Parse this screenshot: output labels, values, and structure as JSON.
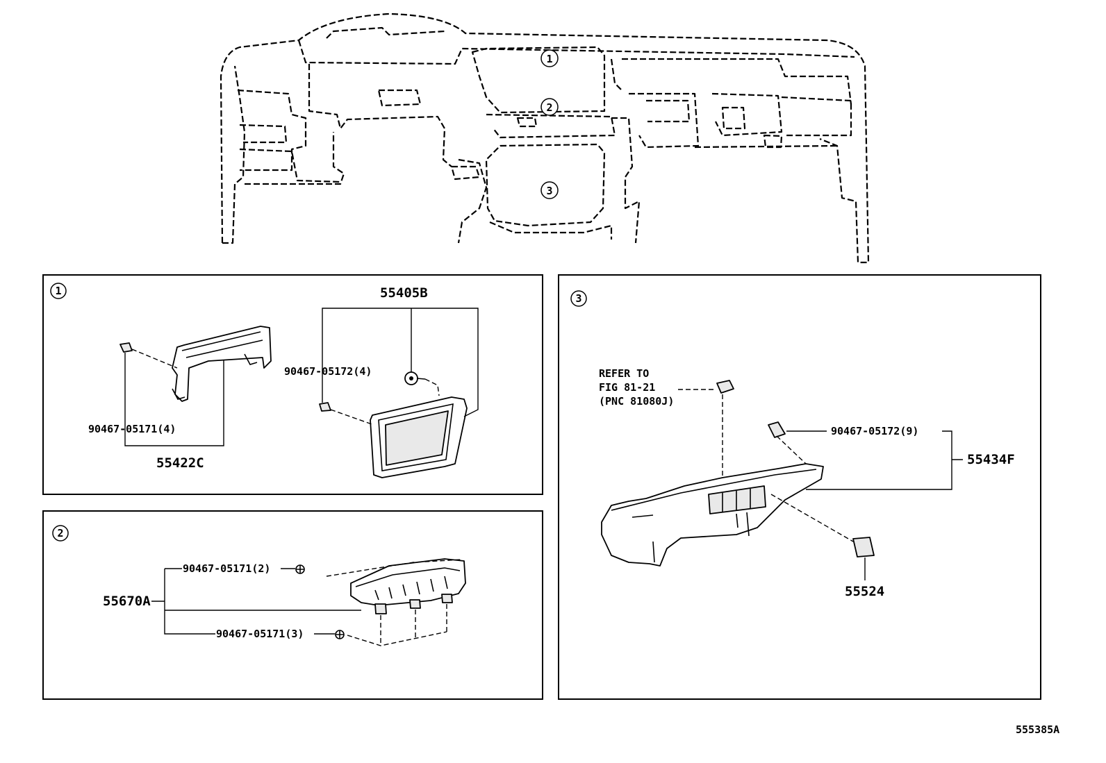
{
  "overview": {
    "markers": [
      "①",
      "②",
      "③"
    ]
  },
  "panel1": {
    "marker": "①",
    "labels": {
      "part_55405B": "55405B",
      "clip_90467_05172_4": "90467-05172(4)",
      "clip_90467_05171_4": "90467-05171(4)",
      "part_55422C": "55422C"
    }
  },
  "panel2": {
    "marker": "②",
    "labels": {
      "clip_90467_05171_2": "90467-05171(2)",
      "part_55670A": "55670A",
      "clip_90467_05171_3": "90467-05171(3)"
    }
  },
  "panel3": {
    "marker": "③",
    "labels": {
      "refer_line1": "REFER TO",
      "refer_line2": "FIG 81-21",
      "refer_line3": "(PNC 81080J)",
      "clip_90467_05172_9": "90467-05172(9)",
      "part_55434F": "55434F",
      "part_55524": "55524"
    }
  },
  "footer": {
    "code": "555385A"
  }
}
